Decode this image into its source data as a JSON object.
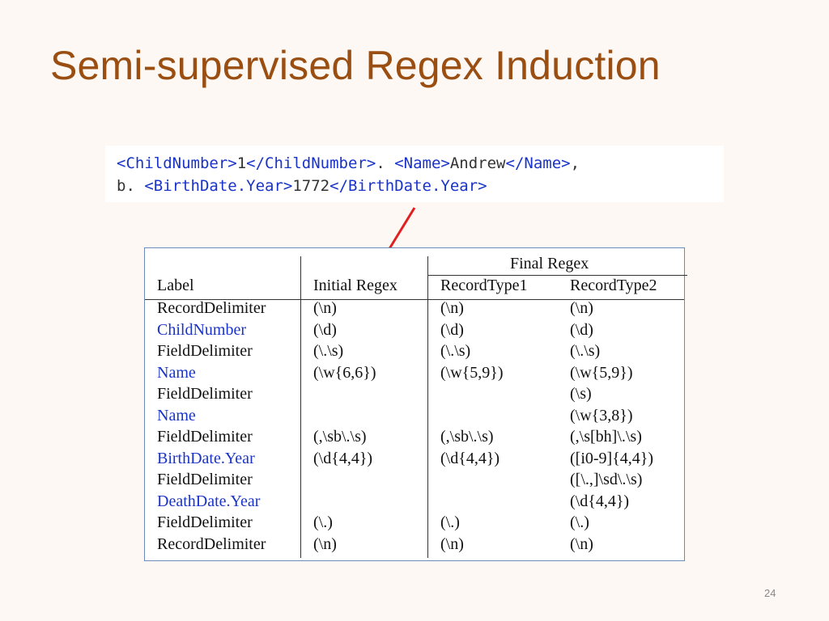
{
  "slide": {
    "title": "Semi-supervised Regex Induction",
    "page_number": "24"
  },
  "code_sample": {
    "line1": {
      "t1": "<ChildNumber>",
      "v1": "1",
      "t2": "</ChildNumber>",
      "p1": ". ",
      "t3": "<Name>",
      "v2": "Andrew",
      "t4": "</Name>",
      "p2": ","
    },
    "line2": {
      "p1": "b. ",
      "t1": "<BirthDate.Year>",
      "v1": "1772",
      "t2": "</BirthDate.Year>"
    }
  },
  "table": {
    "group_header": "Final Regex",
    "headers": [
      "Label",
      "Initial Regex",
      "RecordType1",
      "RecordType2"
    ],
    "rows": [
      {
        "label": "RecordDelimiter",
        "blue": false,
        "initial": "(\\n)",
        "rt1": "(\\n)",
        "rt2": "(\\n)"
      },
      {
        "label": "ChildNumber",
        "blue": true,
        "initial": "(\\d)",
        "rt1": "(\\d)",
        "rt2": "(\\d)"
      },
      {
        "label": "FieldDelimiter",
        "blue": false,
        "initial": "(\\.\\s)",
        "rt1": "(\\.\\s)",
        "rt2": "(\\.\\s)"
      },
      {
        "label": "Name",
        "blue": true,
        "initial": "(\\w{6,6})",
        "rt1": "(\\w{5,9})",
        "rt2": "(\\w{5,9})"
      },
      {
        "label": "FieldDelimiter",
        "blue": false,
        "initial": "",
        "rt1": "",
        "rt2": "(\\s)"
      },
      {
        "label": "Name",
        "blue": true,
        "initial": "",
        "rt1": "",
        "rt2": "(\\w{3,8})"
      },
      {
        "label": "FieldDelimiter",
        "blue": false,
        "initial": "(,\\sb\\.\\s)",
        "rt1": "(,\\sb\\.\\s)",
        "rt2": "(,\\s[bh]\\.\\s)"
      },
      {
        "label": "BirthDate.Year",
        "blue": true,
        "initial": "(\\d{4,4})",
        "rt1": "(\\d{4,4})",
        "rt2": "([i0-9]{4,4})"
      },
      {
        "label": "FieldDelimiter",
        "blue": false,
        "initial": "",
        "rt1": "",
        "rt2": "([\\.,]\\sd\\.\\s)"
      },
      {
        "label": "DeathDate.Year",
        "blue": true,
        "initial": "",
        "rt1": "",
        "rt2": "(\\d{4,4})"
      },
      {
        "label": "FieldDelimiter",
        "blue": false,
        "initial": "(\\.)",
        "rt1": "(\\.)",
        "rt2": "(\\.)"
      },
      {
        "label": "RecordDelimiter",
        "blue": false,
        "initial": "(\\n)",
        "rt1": "(\\n)",
        "rt2": "(\\n)"
      }
    ]
  },
  "colors": {
    "title": "#9a4e12",
    "tag_blue": "#1a33c8",
    "arrow_red": "#e02020"
  }
}
